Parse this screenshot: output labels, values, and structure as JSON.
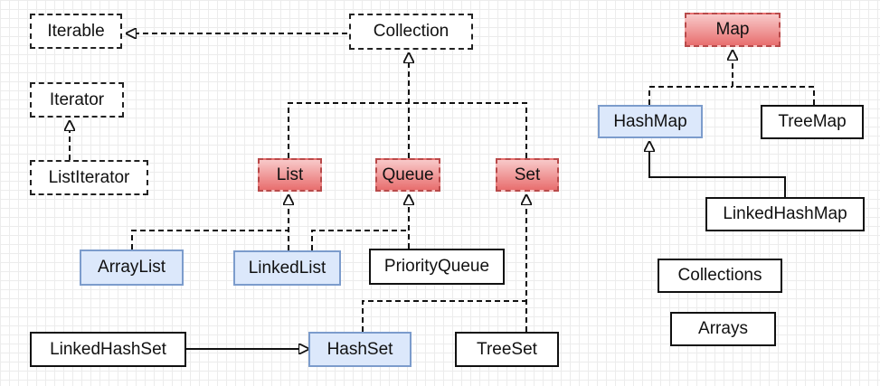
{
  "nodes": {
    "iterable": "Iterable",
    "collection": "Collection",
    "iterator": "Iterator",
    "list_iterator": "ListIterator",
    "list": "List",
    "queue": "Queue",
    "set": "Set",
    "array_list": "ArrayList",
    "linked_list": "LinkedList",
    "priority_queue": "PriorityQueue",
    "linked_hash_set": "LinkedHashSet",
    "hash_set": "HashSet",
    "tree_set": "TreeSet",
    "map": "Map",
    "hash_map": "HashMap",
    "tree_map": "TreeMap",
    "linked_hash_map": "LinkedHashMap",
    "collections": "Collections",
    "arrays": "Arrays"
  },
  "colors": {
    "interface_fill": "#ffffff",
    "abstract_fill_top": "#f8c9c9",
    "abstract_fill_bottom": "#e86e6e",
    "impl_fill": "#dce8fb",
    "impl_border": "#7c9ccc",
    "line": "#111111"
  }
}
